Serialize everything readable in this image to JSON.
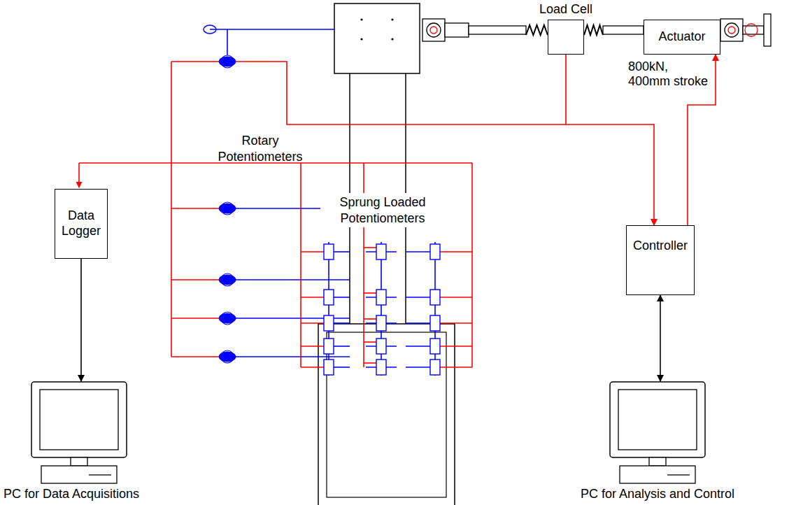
{
  "diagram": {
    "nodes": [
      {
        "text": [
          "Load Cell"
        ]
      },
      {
        "text": [
          "Actuator",
          "800kN, 400mm stroke"
        ]
      },
      {
        "text": [
          "Data Logger"
        ]
      },
      {
        "text": [
          "Controller"
        ]
      },
      {
        "text": [
          "PC for Data Acquisitions"
        ]
      },
      {
        "text": [
          "PC for Analysis and Control"
        ]
      }
    ],
    "edges": [
      {
        "from": 0,
        "to": 3,
        "arrow": "to"
      },
      {
        "from": 3,
        "to": 1,
        "arrow": "to"
      },
      {
        "from": 2,
        "to": 4,
        "arrow": "to"
      },
      {
        "from": 3,
        "to": 5,
        "arrow": "both"
      }
    ],
    "labels": [
      "Rotary Potentiometers",
      "Sprung Loaded Potentiometers"
    ]
  }
}
